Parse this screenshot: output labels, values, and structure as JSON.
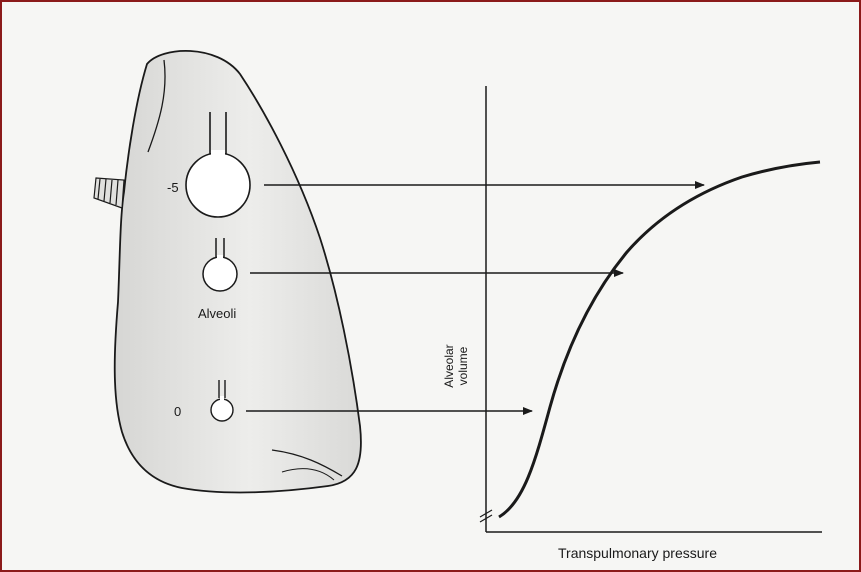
{
  "labels": {
    "pressure_top": "-5",
    "alveoli": "Alveoli",
    "pressure_bottom": "0",
    "y_axis": "Alveolar volume",
    "x_axis": "Transpulmonary pressure"
  },
  "colors": {
    "frame_border": "#8b1a1a",
    "ink": "#1a1a1a",
    "background": "#f6f6f4",
    "lung_fill": "#e4e4e2"
  }
}
